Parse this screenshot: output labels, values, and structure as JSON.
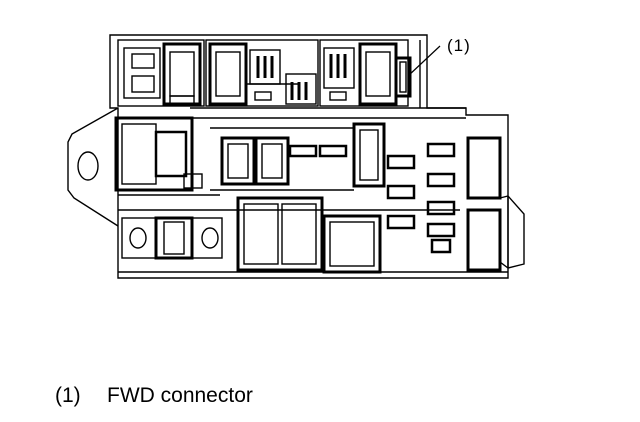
{
  "callout": {
    "number": "(1)"
  },
  "legend": [
    {
      "number": "(1)",
      "text": "FWD connector"
    }
  ]
}
